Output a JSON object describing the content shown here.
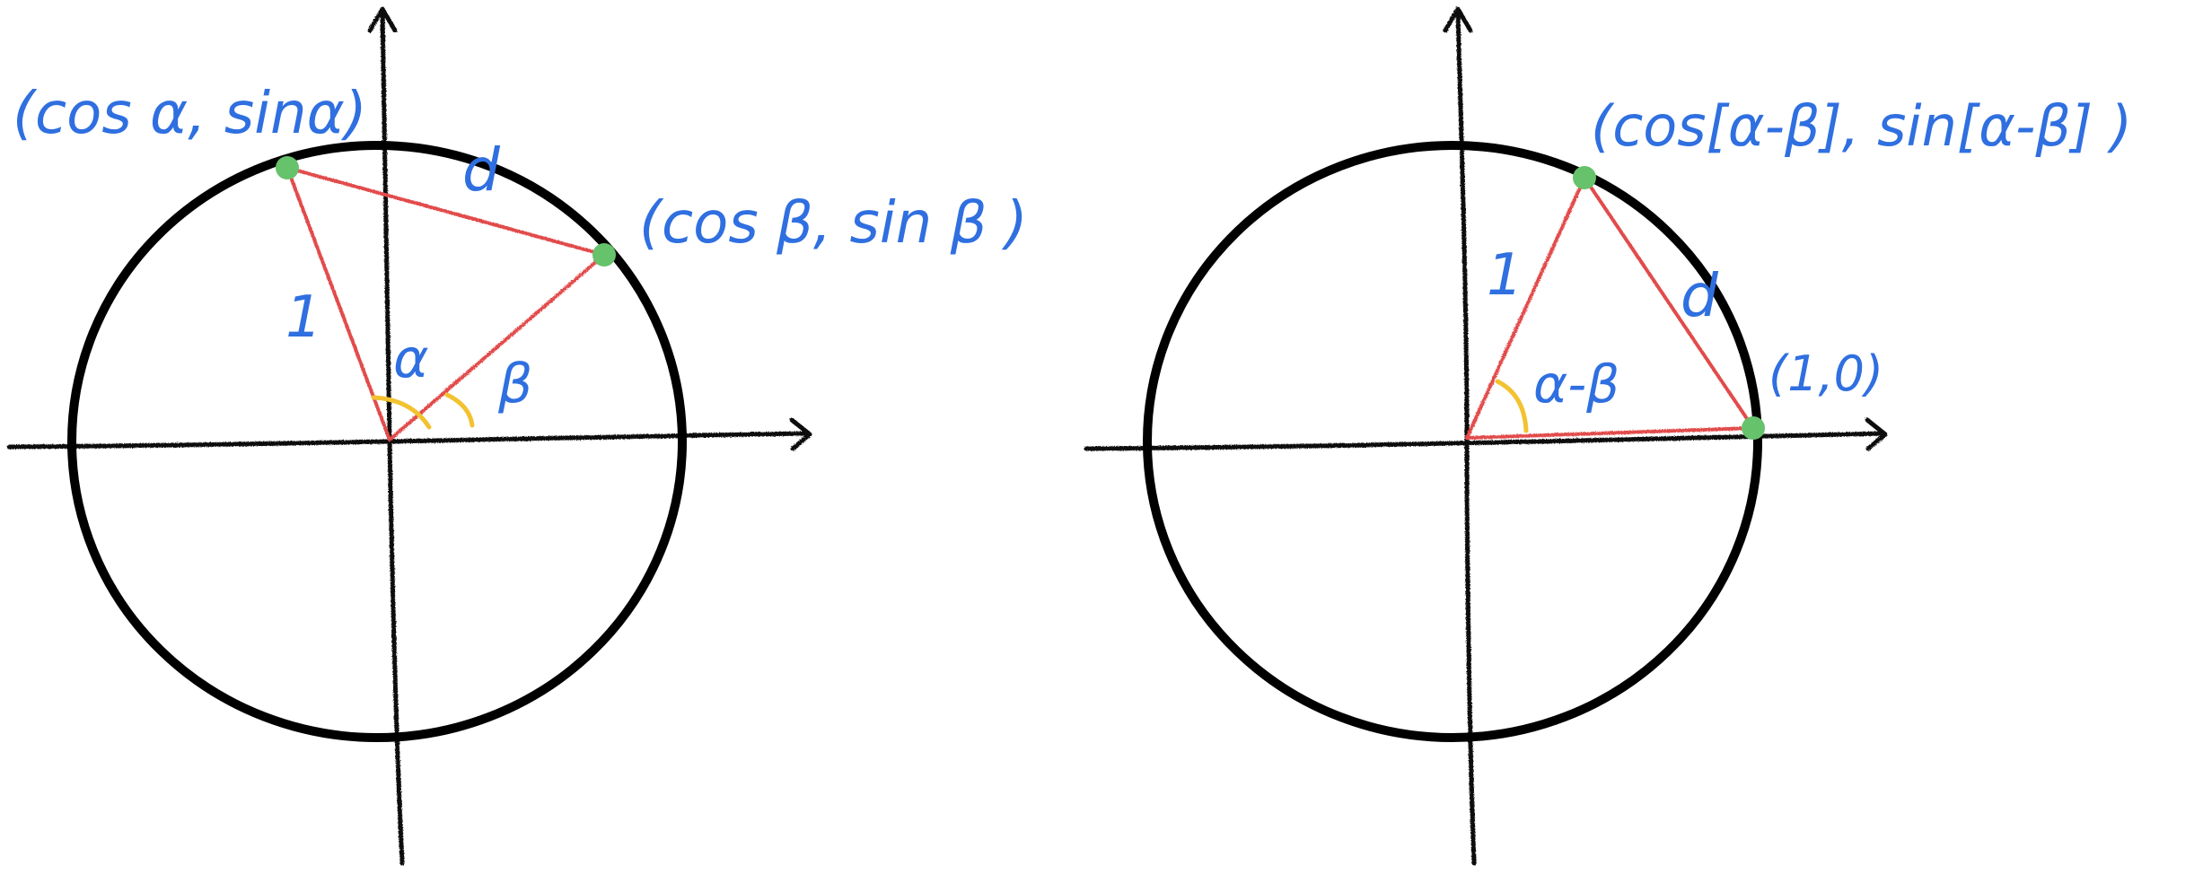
{
  "colors": {
    "axis": "#111111",
    "circle": "#000000",
    "triangle": "#e24b4b",
    "point": "#66c26b",
    "label": "#2f6fe0",
    "angle_arc": "#f2c230"
  },
  "left_diagram": {
    "point_alpha_label": "(cos α, sinα)",
    "point_beta_label": "(cos β, sin β )",
    "side_one_label": "1",
    "side_d_label": "d",
    "angle_alpha_label": "α",
    "angle_beta_label": "β"
  },
  "right_diagram": {
    "point_diff_label": "(cos[α-β], sin[α-β] )",
    "point_one_zero_label": "(1,0)",
    "side_one_label": "1",
    "side_d_label": "d",
    "angle_diff_label": "α-β"
  }
}
